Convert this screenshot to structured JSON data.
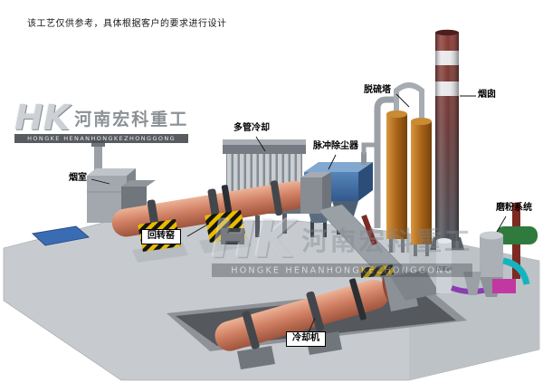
{
  "note": "该工艺仅供参考，具体根据客户的要求进行设计",
  "labels": {
    "smoke_chamber": "烟室",
    "rotary_kiln": "回转窑",
    "multi_tube_cooler": "多管冷却",
    "pulse_dust_collector": "脉冲除尘器",
    "desulfurization_tower": "脱硫塔",
    "chimney": "烟囱",
    "grinding_system": "磨粉系统",
    "cooling_machine": "冷却机"
  },
  "watermark": {
    "logo_initials": "HK",
    "company_cn": "河南宏科重工",
    "company_en": "HONGKE HENANHONGKEZHONGGONG"
  },
  "colors": {
    "kiln_shell": "#d08064",
    "dust_collector_blue": "#4a7bb0",
    "desulfurization_tower_orange": "#a96318",
    "chimney_red": "#7a3530",
    "hazard_yellow": "#e9bb00",
    "floor_gray": "#c7cbcf",
    "pipe_cyan": "#14b4bf",
    "pipe_magenta": "#c238a2",
    "pipe_purple": "#8a3db0",
    "ground_panel_blue": "#3a6cb4"
  }
}
